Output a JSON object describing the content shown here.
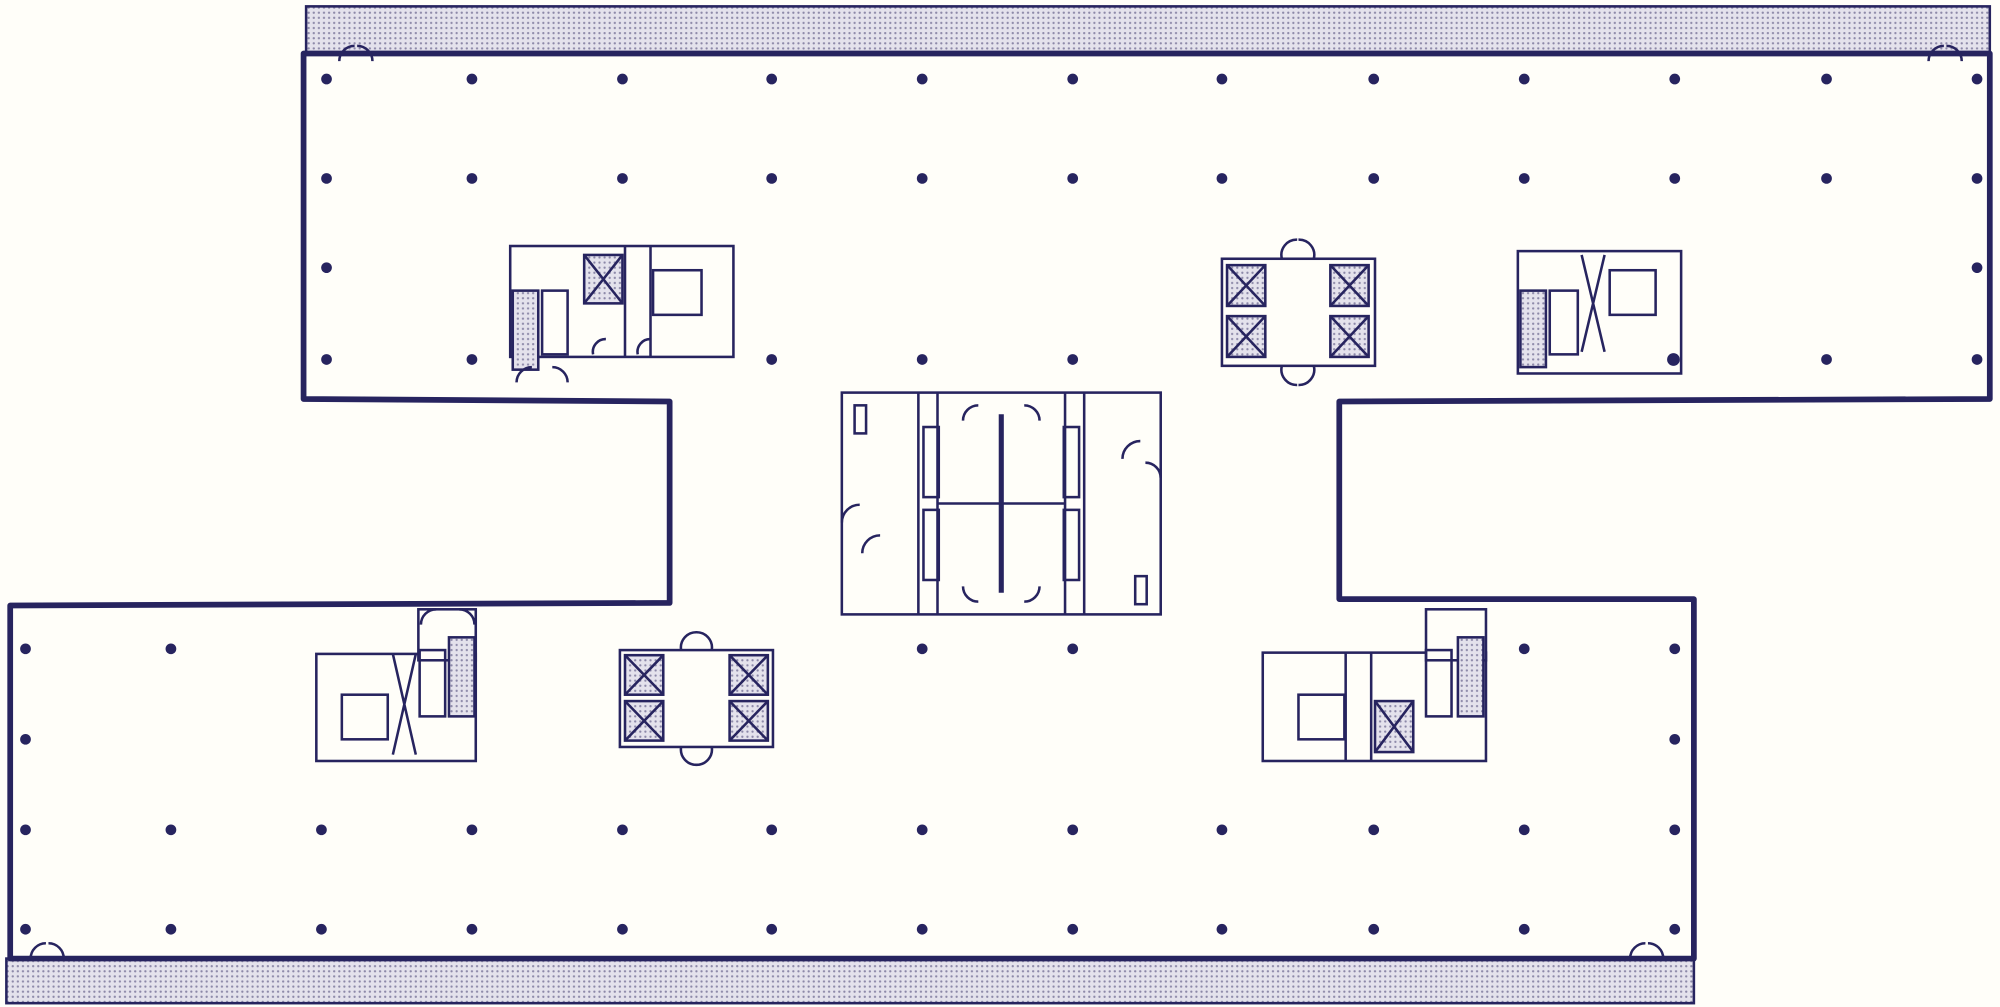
{
  "colors": {
    "ink": "#27245f",
    "background": "#fffef9",
    "hatch": "#c9c6d8"
  },
  "plan": {
    "column_rows_upper": [
      [
        256,
        370,
        488,
        605,
        723,
        841,
        958,
        1077,
        1195,
        1313,
        1432,
        1550
      ],
      [
        256,
        370,
        488,
        605,
        723,
        841,
        958,
        1077,
        1195,
        1313,
        1432,
        1550
      ],
      [
        256,
        1550
      ],
      [
        256,
        370,
        605,
        723,
        841,
        1432,
        1550
      ]
    ],
    "column_rows_lower": [
      [
        20,
        134,
        723,
        841,
        1195,
        1313
      ],
      [
        20,
        1313
      ],
      [
        20,
        134,
        252,
        370,
        488,
        605,
        723,
        841,
        958,
        1077,
        1195,
        1313
      ],
      [
        20,
        134,
        252,
        370,
        488,
        605,
        723,
        841,
        958,
        1077,
        1195,
        1313
      ]
    ]
  }
}
